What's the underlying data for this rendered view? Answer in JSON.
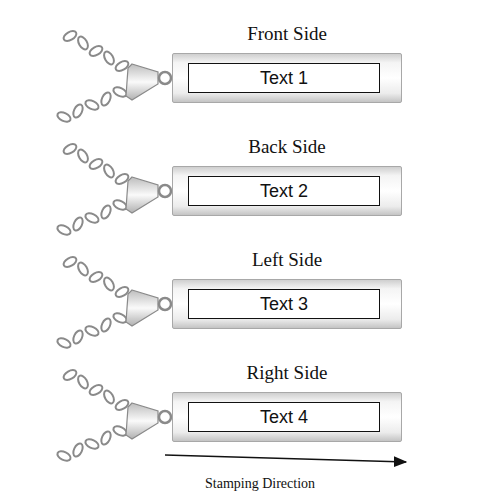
{
  "diagram": {
    "nodes": [
      {
        "text": [
          "Front Side"
        ]
      },
      {
        "text": [
          "Text 1"
        ],
        "in": 0
      },
      {
        "text": [
          "Back Side"
        ]
      },
      {
        "text": [
          "Text 2"
        ],
        "in": 2
      },
      {
        "text": [
          "Left Side"
        ]
      },
      {
        "text": [
          "Text 3"
        ],
        "in": 4
      },
      {
        "text": [
          "Right Side"
        ]
      },
      {
        "text": [
          "Text 4"
        ],
        "in": 6
      }
    ],
    "labels": [
      "Stamping Direction"
    ]
  }
}
